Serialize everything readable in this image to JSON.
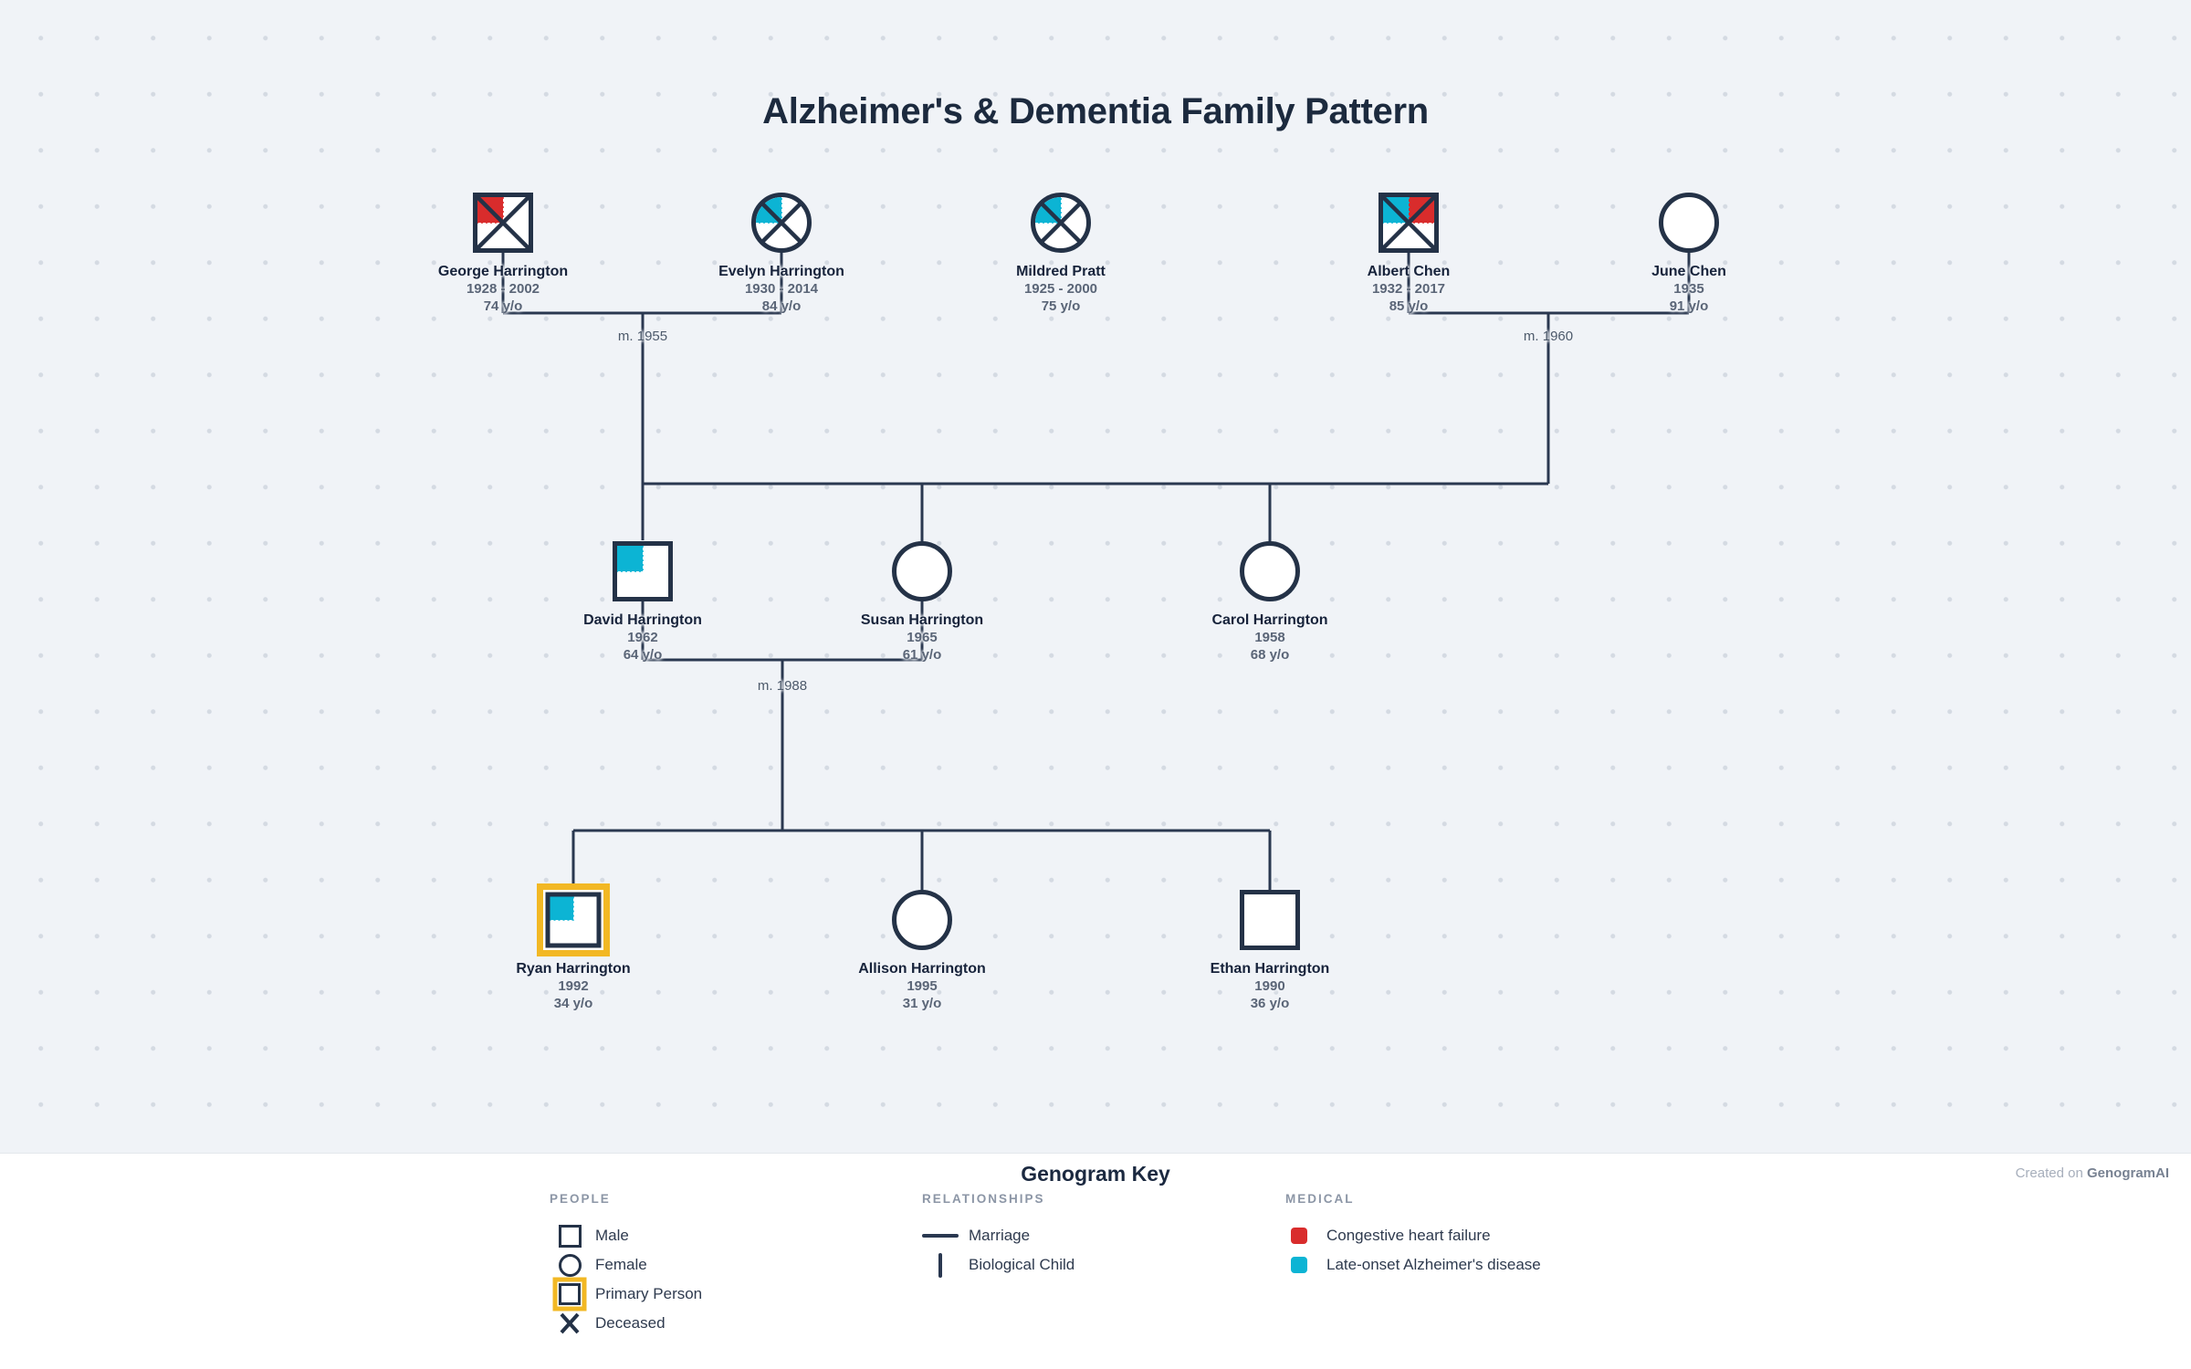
{
  "title": "Alzheimer's & Dementia Family Pattern",
  "people": [
    {
      "name": "George Harrington",
      "dates": "1928 - 2002",
      "age": "74 y/o",
      "sex": "male",
      "deceased": true,
      "primary": false,
      "conditions": [
        "Congestive heart failure"
      ]
    },
    {
      "name": "Evelyn Harrington",
      "dates": "1930 - 2014",
      "age": "84 y/o",
      "sex": "female",
      "deceased": true,
      "primary": false,
      "conditions": [
        "Late-onset Alzheimer's disease"
      ]
    },
    {
      "name": "Mildred Pratt",
      "dates": "1925 - 2000",
      "age": "75 y/o",
      "sex": "female",
      "deceased": true,
      "primary": false,
      "conditions": [
        "Late-onset Alzheimer's disease"
      ]
    },
    {
      "name": "Albert Chen",
      "dates": "1932 - 2017",
      "age": "85 y/o",
      "sex": "male",
      "deceased": true,
      "primary": false,
      "conditions": [
        "Late-onset Alzheimer's disease",
        "Congestive heart failure"
      ]
    },
    {
      "name": "June Chen",
      "dates": "1935",
      "age": "91 y/o",
      "sex": "female",
      "deceased": false,
      "primary": false,
      "conditions": []
    },
    {
      "name": "David Harrington",
      "dates": "1962",
      "age": "64 y/o",
      "sex": "male",
      "deceased": false,
      "primary": false,
      "conditions": [
        "Late-onset Alzheimer's disease"
      ]
    },
    {
      "name": "Susan Harrington",
      "dates": "1965",
      "age": "61 y/o",
      "sex": "female",
      "deceased": false,
      "primary": false,
      "conditions": []
    },
    {
      "name": "Carol Harrington",
      "dates": "1958",
      "age": "68 y/o",
      "sex": "female",
      "deceased": false,
      "primary": false,
      "conditions": []
    },
    {
      "name": "Ryan Harrington",
      "dates": "1992",
      "age": "34 y/o",
      "sex": "male",
      "deceased": false,
      "primary": true,
      "conditions": [
        "Late-onset Alzheimer's disease"
      ]
    },
    {
      "name": "Allison Harrington",
      "dates": "1995",
      "age": "31 y/o",
      "sex": "female",
      "deceased": false,
      "primary": false,
      "conditions": []
    },
    {
      "name": "Ethan Harrington",
      "dates": "1990",
      "age": "36 y/o",
      "sex": "male",
      "deceased": false,
      "primary": false,
      "conditions": []
    }
  ],
  "marriages": [
    {
      "label": "m. 1955"
    },
    {
      "label": "m. 1960"
    },
    {
      "label": "m. 1988"
    }
  ],
  "key": {
    "title": "Genogram Key",
    "credit": {
      "prefix": "Created on ",
      "brand": "GenogramAI"
    },
    "sections": [
      {
        "header": "PEOPLE",
        "items": [
          {
            "icon": "male-square-icon",
            "label": "Male"
          },
          {
            "icon": "female-circle-icon",
            "label": "Female"
          },
          {
            "icon": "primary-person-icon",
            "label": "Primary Person"
          },
          {
            "icon": "deceased-x-icon",
            "label": "Deceased"
          }
        ]
      },
      {
        "header": "RELATIONSHIPS",
        "items": [
          {
            "icon": "marriage-line-icon",
            "label": "Marriage"
          },
          {
            "icon": "biological-child-line-icon",
            "label": "Biological Child"
          }
        ]
      },
      {
        "header": "MEDICAL",
        "items": [
          {
            "icon": "red-swatch-icon",
            "label": "Congestive heart failure",
            "color": "#D92C2C"
          },
          {
            "icon": "cyan-swatch-icon",
            "label": "Late-onset Alzheimer's disease",
            "color": "#0CB4D4"
          }
        ]
      }
    ]
  },
  "colors": {
    "congestive_heart_failure": "#D92C2C",
    "late_onset_alzheimers": "#0CB4D4",
    "primary_highlight": "#F2B824",
    "line": "#2A3850",
    "background": "#F0F3F7"
  }
}
